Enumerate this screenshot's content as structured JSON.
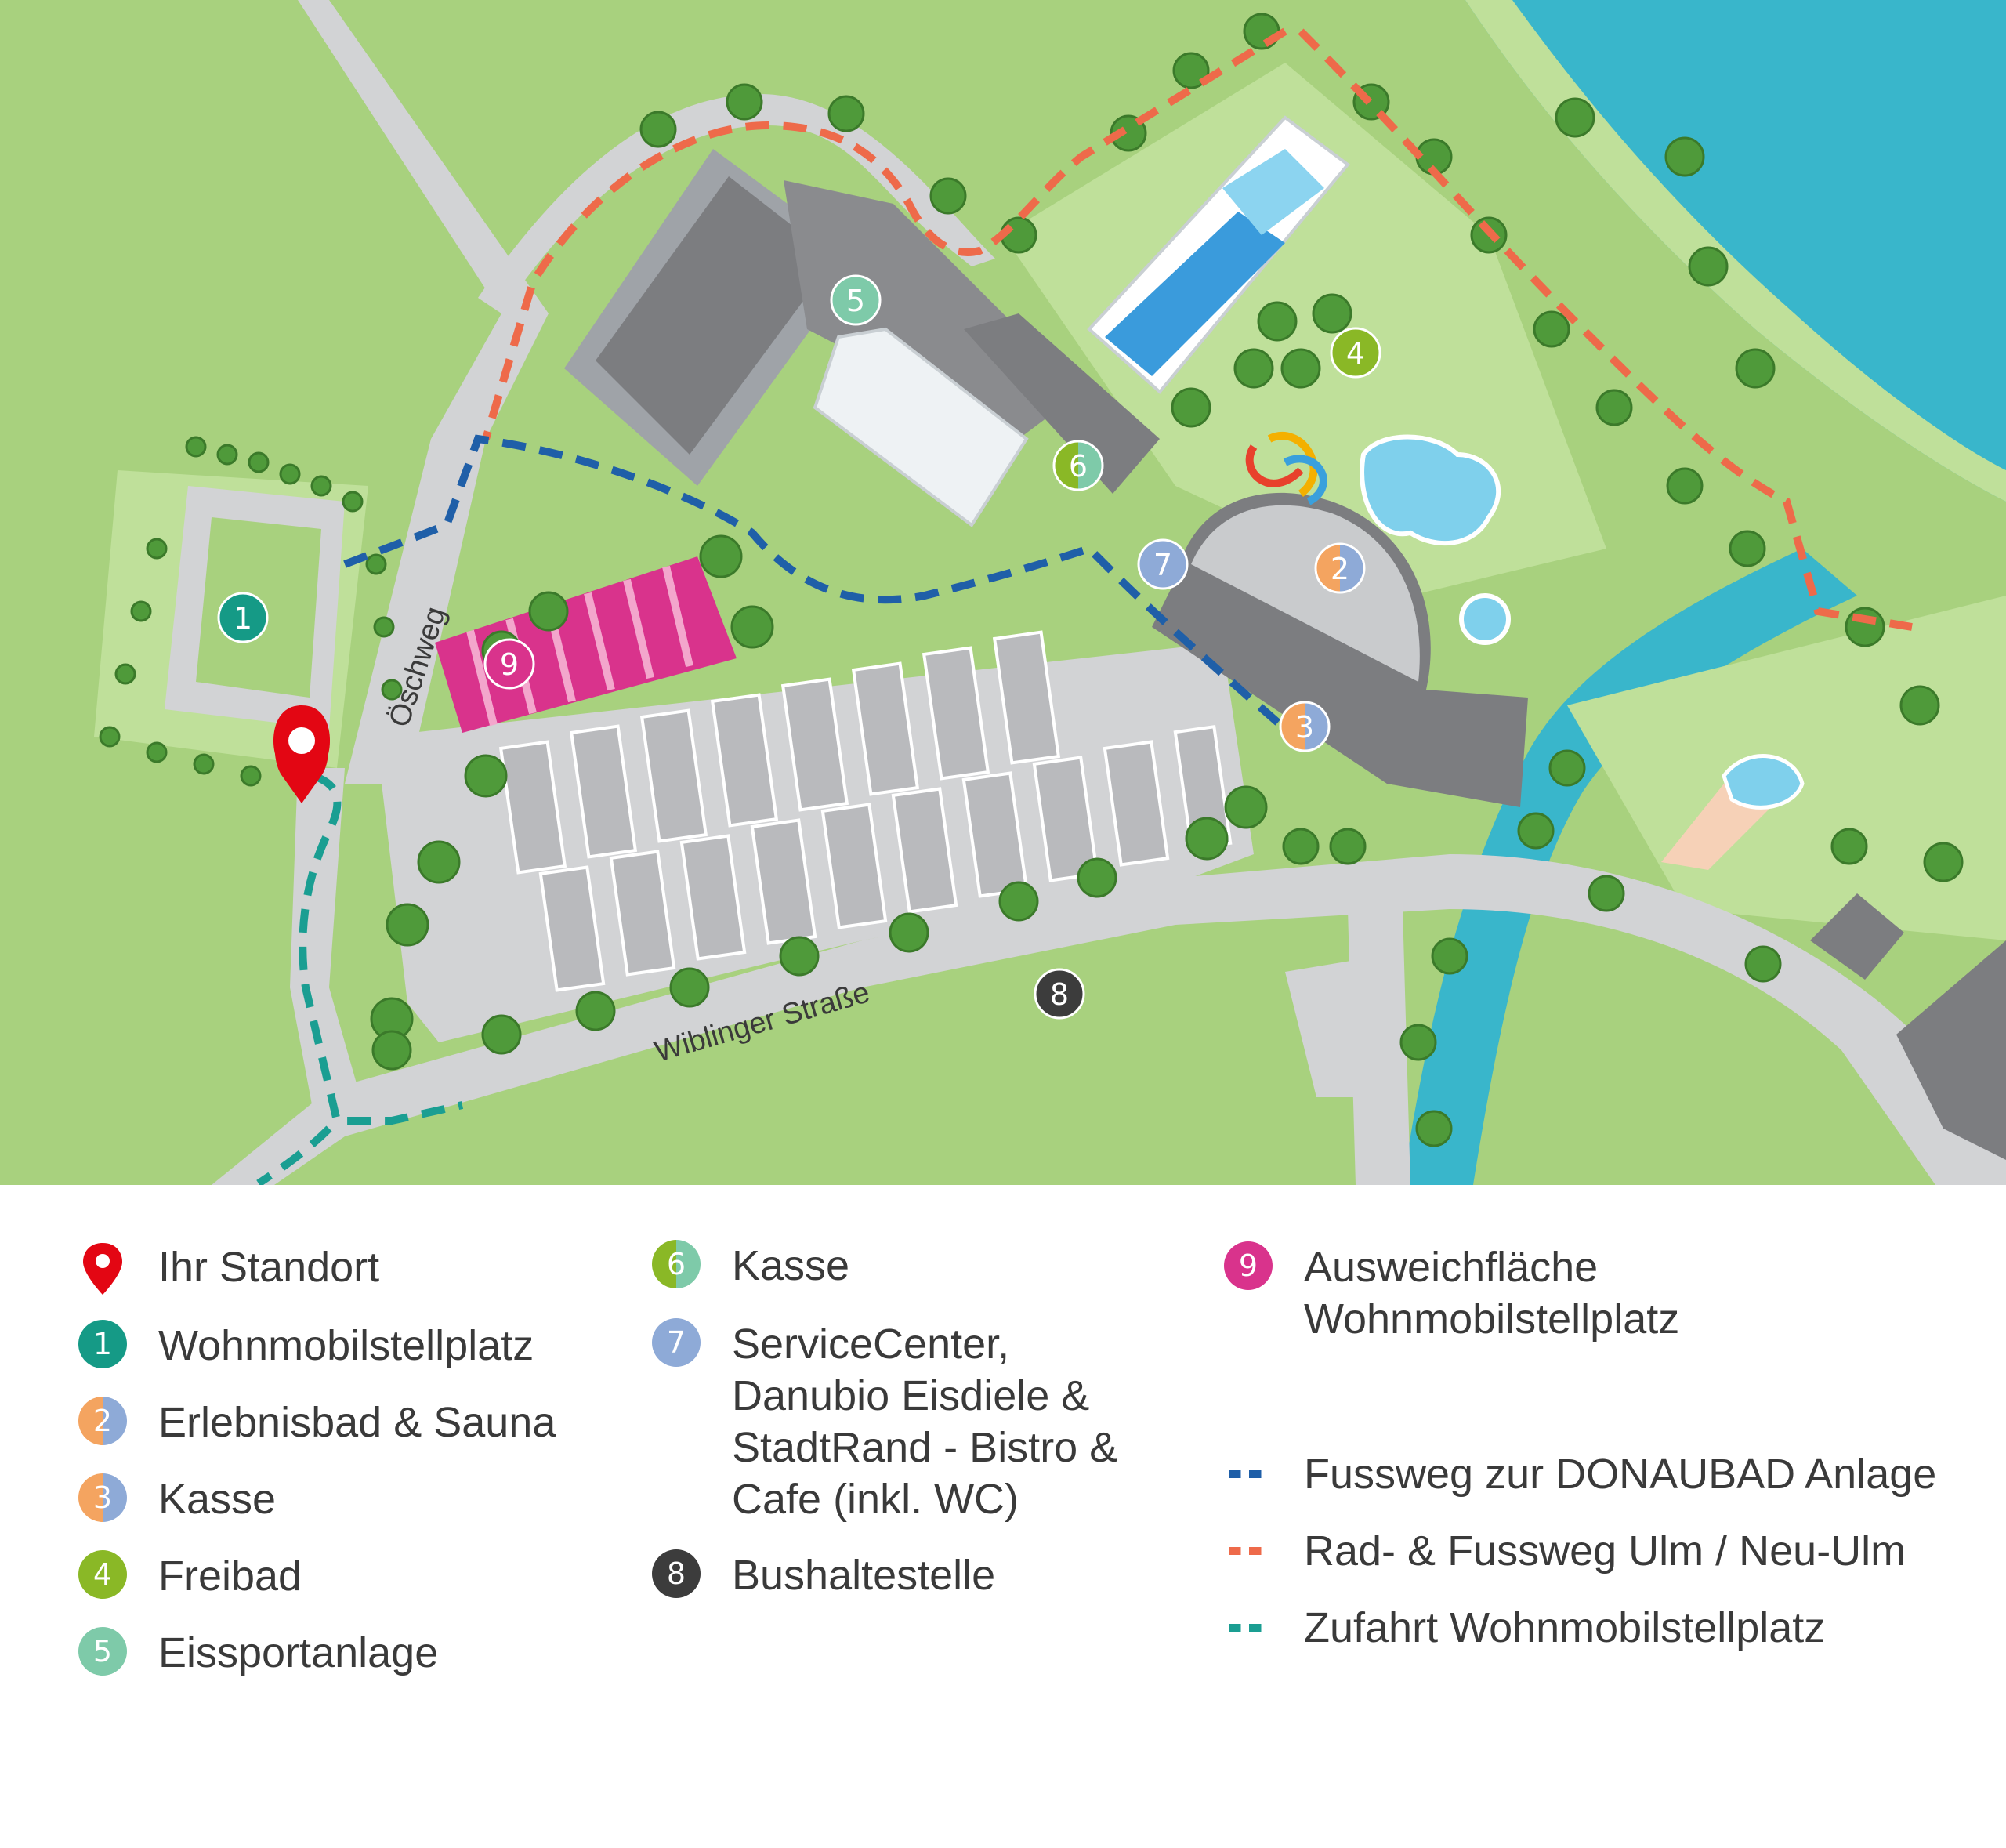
{
  "map": {
    "street_labels": {
      "oeschweg": "Öschweg",
      "wiblinger": "Wiblinger Straße"
    },
    "markers": [
      {
        "id": "1",
        "label": "1"
      },
      {
        "id": "2",
        "label": "2"
      },
      {
        "id": "3",
        "label": "3"
      },
      {
        "id": "4",
        "label": "4"
      },
      {
        "id": "5",
        "label": "5"
      },
      {
        "id": "6",
        "label": "6"
      },
      {
        "id": "7",
        "label": "7"
      },
      {
        "id": "8",
        "label": "8"
      },
      {
        "id": "9",
        "label": "9"
      }
    ]
  },
  "legend": {
    "standort": "Ihr Standort",
    "items": [
      {
        "num": "1",
        "text": "Wohnmobilstellplatz"
      },
      {
        "num": "2",
        "text": "Erlebnisbad & Sauna"
      },
      {
        "num": "3",
        "text": "Kasse"
      },
      {
        "num": "4",
        "text": "Freibad"
      },
      {
        "num": "5",
        "text": "Eissportanlage"
      },
      {
        "num": "6",
        "text": "Kasse"
      },
      {
        "num": "7",
        "text": "ServiceCenter,\nDanubio Eisdiele &\nStadtRand - Bistro &\nCafe (inkl. WC)"
      },
      {
        "num": "8",
        "text": "Bushaltestelle"
      },
      {
        "num": "9",
        "text": "Ausweichfläche\nWohnmobilstellplatz"
      }
    ],
    "paths": [
      {
        "text": "Fussweg zur DONAUBAD Anlage",
        "color": "#1f5fa8"
      },
      {
        "text": "Rad- & Fussweg Ulm / Neu-Ulm",
        "color": "#ee6a4a"
      },
      {
        "text": "Zufahrt Wohnmobilstellplatz",
        "color": "#1a9e92"
      }
    ]
  },
  "colors": {
    "grass": "#a8d17e",
    "grass_light": "#bfe09a",
    "road": "#d2d3d5",
    "river": "#39b6cb",
    "building": "#7c7d80",
    "tree": "#4f9a3a",
    "parking_pink": "#d9338c",
    "pin_red": "#e30613",
    "badge_1": "#159a86",
    "badge_2_left": "#f4a460",
    "badge_2_right": "#8eaad7",
    "badge_4": "#8ab826",
    "badge_5": "#7ecaa9",
    "badge_6_left": "#8ab826",
    "badge_6_right": "#7ecaa9",
    "badge_7": "#8eaad7",
    "badge_8": "#3c3c3c",
    "badge_9": "#d9338c"
  }
}
